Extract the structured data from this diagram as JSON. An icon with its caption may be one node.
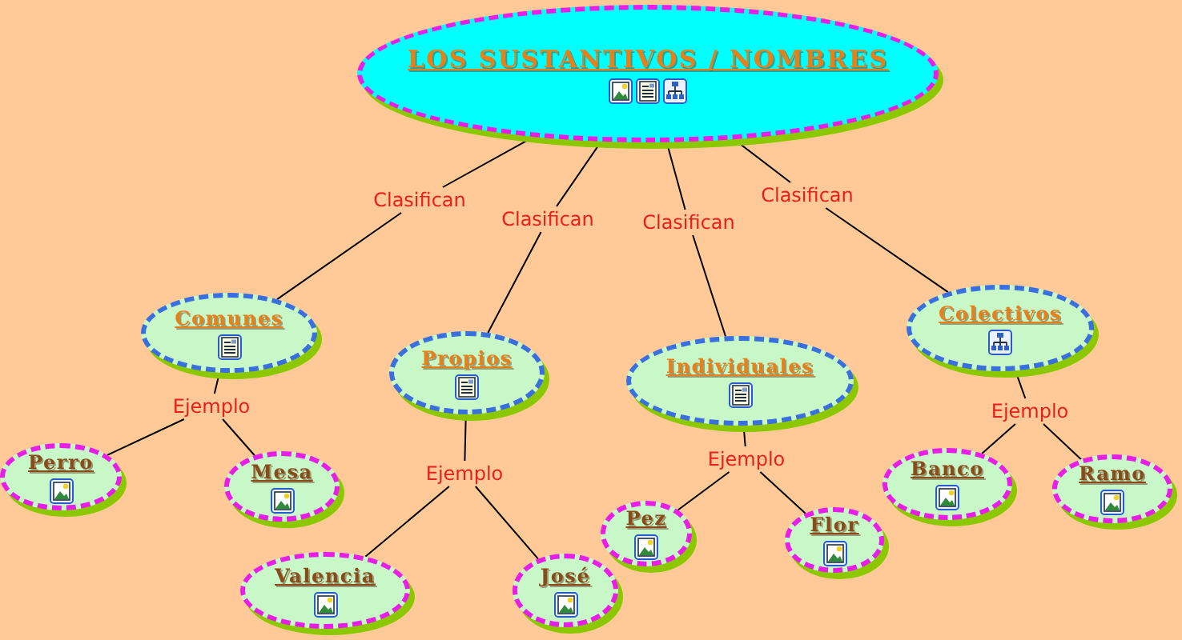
{
  "diagram": {
    "nodes": [
      {
        "text": [
          "LOS SUSTANTIVOS / NOMBRES"
        ]
      },
      {
        "text": [
          "Clasifican"
        ]
      },
      {
        "text": [
          "Clasifican"
        ]
      },
      {
        "text": [
          "Clasifican"
        ]
      },
      {
        "text": [
          "Clasifican"
        ]
      },
      {
        "text": [
          "Comunes"
        ]
      },
      {
        "text": [
          "Propios"
        ]
      },
      {
        "text": [
          "Individuales"
        ]
      },
      {
        "text": [
          "Colectivos"
        ]
      },
      {
        "text": [
          "Ejemplo"
        ]
      },
      {
        "text": [
          "Ejemplo"
        ]
      },
      {
        "text": [
          "Ejemplo"
        ]
      },
      {
        "text": [
          "Ejemplo"
        ]
      },
      {
        "text": [
          "Perro"
        ]
      },
      {
        "text": [
          "Mesa"
        ]
      },
      {
        "text": [
          "Valencia"
        ]
      },
      {
        "text": [
          "José"
        ]
      },
      {
        "text": [
          "Pez"
        ]
      },
      {
        "text": [
          "Flor"
        ]
      },
      {
        "text": [
          "Banco"
        ]
      },
      {
        "text": [
          "Ramo"
        ]
      }
    ],
    "edges": [
      {
        "from": 0,
        "to": 1,
        "arrow": "none"
      },
      {
        "from": 1,
        "to": 5,
        "arrow": "none"
      },
      {
        "from": 0,
        "to": 2,
        "arrow": "none"
      },
      {
        "from": 2,
        "to": 6,
        "arrow": "none"
      },
      {
        "from": 0,
        "to": 3,
        "arrow": "none"
      },
      {
        "from": 3,
        "to": 7,
        "arrow": "none"
      },
      {
        "from": 0,
        "to": 4,
        "arrow": "none"
      },
      {
        "from": 4,
        "to": 8,
        "arrow": "none"
      },
      {
        "from": 5,
        "to": 9,
        "arrow": "none"
      },
      {
        "from": 9,
        "to": 13,
        "arrow": "none"
      },
      {
        "from": 9,
        "to": 14,
        "arrow": "none"
      },
      {
        "from": 6,
        "to": 10,
        "arrow": "none"
      },
      {
        "from": 10,
        "to": 15,
        "arrow": "none"
      },
      {
        "from": 10,
        "to": 16,
        "arrow": "none"
      },
      {
        "from": 7,
        "to": 11,
        "arrow": "none"
      },
      {
        "from": 11,
        "to": 17,
        "arrow": "none"
      },
      {
        "from": 11,
        "to": 18,
        "arrow": "none"
      },
      {
        "from": 8,
        "to": 12,
        "arrow": "none"
      },
      {
        "from": 12,
        "to": 19,
        "arrow": "none"
      },
      {
        "from": 12,
        "to": 20,
        "arrow": "none"
      }
    ]
  }
}
